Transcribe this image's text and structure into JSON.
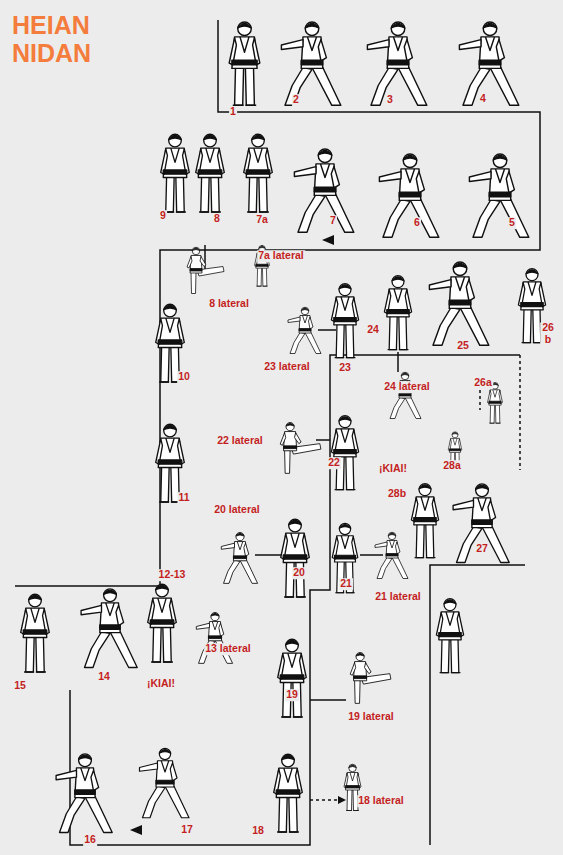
{
  "diagram": {
    "title": "HEIAN NIDAN",
    "labels": [
      "1",
      "2",
      "3",
      "4",
      "9",
      "8",
      "7a",
      "7",
      "6",
      "5",
      "7a lateral",
      "8 lateral",
      "26 b",
      "24",
      "25",
      "23 lateral",
      "23",
      "10",
      "24 lateral",
      "26a",
      "22 lateral",
      "22",
      "¡KIAI!",
      "28a",
      "28b",
      "11",
      "20 lateral",
      "27",
      "12-13",
      "20",
      "21",
      "21 lateral",
      "13 lateral",
      "15",
      "14",
      "¡KIAI!",
      "19",
      "19 lateral",
      "18 lateral",
      "16",
      "17",
      "18"
    ]
  }
}
